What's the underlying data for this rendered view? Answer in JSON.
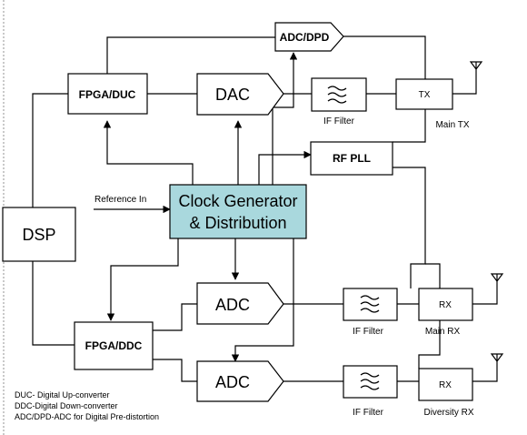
{
  "colors": {
    "line": "#000000",
    "box_fill": "#ffffff",
    "clock_fill": "#a9d8dd"
  },
  "blocks": {
    "adc_dpd": "ADC/DPD",
    "fpga_duc": "FPGA/DUC",
    "dac": "DAC",
    "tx": "TX",
    "rf_pll": "RF PLL",
    "clock_line1": "Clock Generator",
    "clock_line2": "& Distribution",
    "dsp": "DSP",
    "adc_main": "ADC",
    "adc_div": "ADC",
    "fpga_ddc": "FPGA/DDC",
    "rx_main": "RX",
    "rx_div": "RX"
  },
  "labels": {
    "if_filter_tx": "IF Filter",
    "main_tx": "Main TX",
    "reference_in": "Reference In",
    "if_filter_main_rx": "IF Filter",
    "main_rx": "Main RX",
    "if_filter_div_rx": "IF Filter",
    "diversity_rx": "Diversity RX"
  },
  "legend": [
    "DUC- Digital Up-converter",
    "DDC-Digital Down-converter",
    "ADC/DPD-ADC for Digital Pre-distortion"
  ],
  "icons": {
    "filter": "lowpass-filter-icon",
    "antenna": "antenna-icon"
  }
}
